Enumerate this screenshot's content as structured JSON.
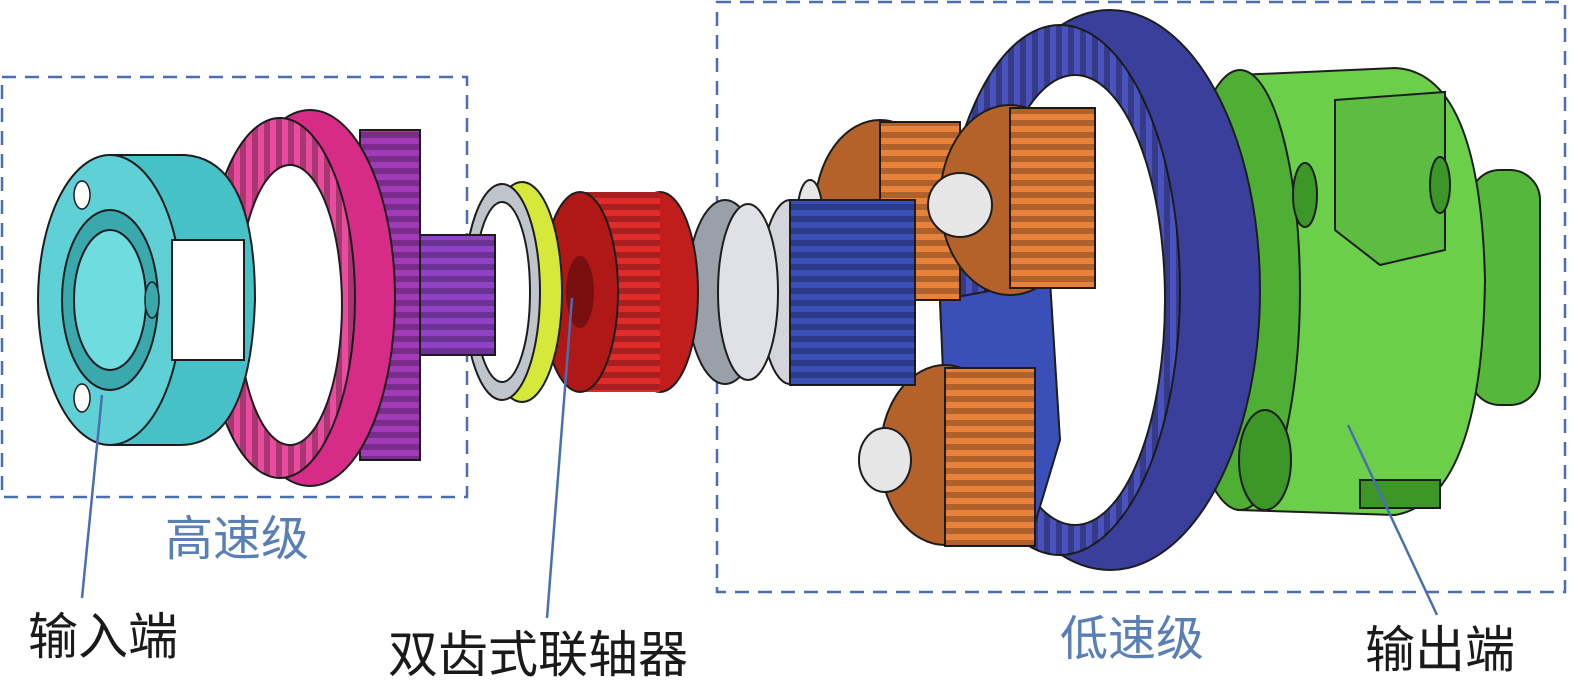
{
  "groups": {
    "high_speed": {
      "label": "高速级"
    },
    "low_speed": {
      "label": "低速级"
    }
  },
  "parts": {
    "input": {
      "label": "输入端"
    },
    "coupling": {
      "label": "双齿式联轴器"
    },
    "output": {
      "label": "输出端"
    }
  },
  "colors": {
    "input_hub": "#45c1c7",
    "ring_gear_high": "#d62b87",
    "planet_high": "#a23bb8",
    "sun_shaft_high": "#8f42c4",
    "coupling_ring": "#d6e83a",
    "coupling_sleeve": "#e12a2a",
    "coupling_gear": "#b8bcc4",
    "sun_low": "#3a4fb8",
    "ring_gear_low": "#3b3f9c",
    "planet_low": "#e8823a",
    "output_carrier": "#6ccf49",
    "group_border": "#4a6fb0",
    "leader_line": "#4a6fb0"
  }
}
